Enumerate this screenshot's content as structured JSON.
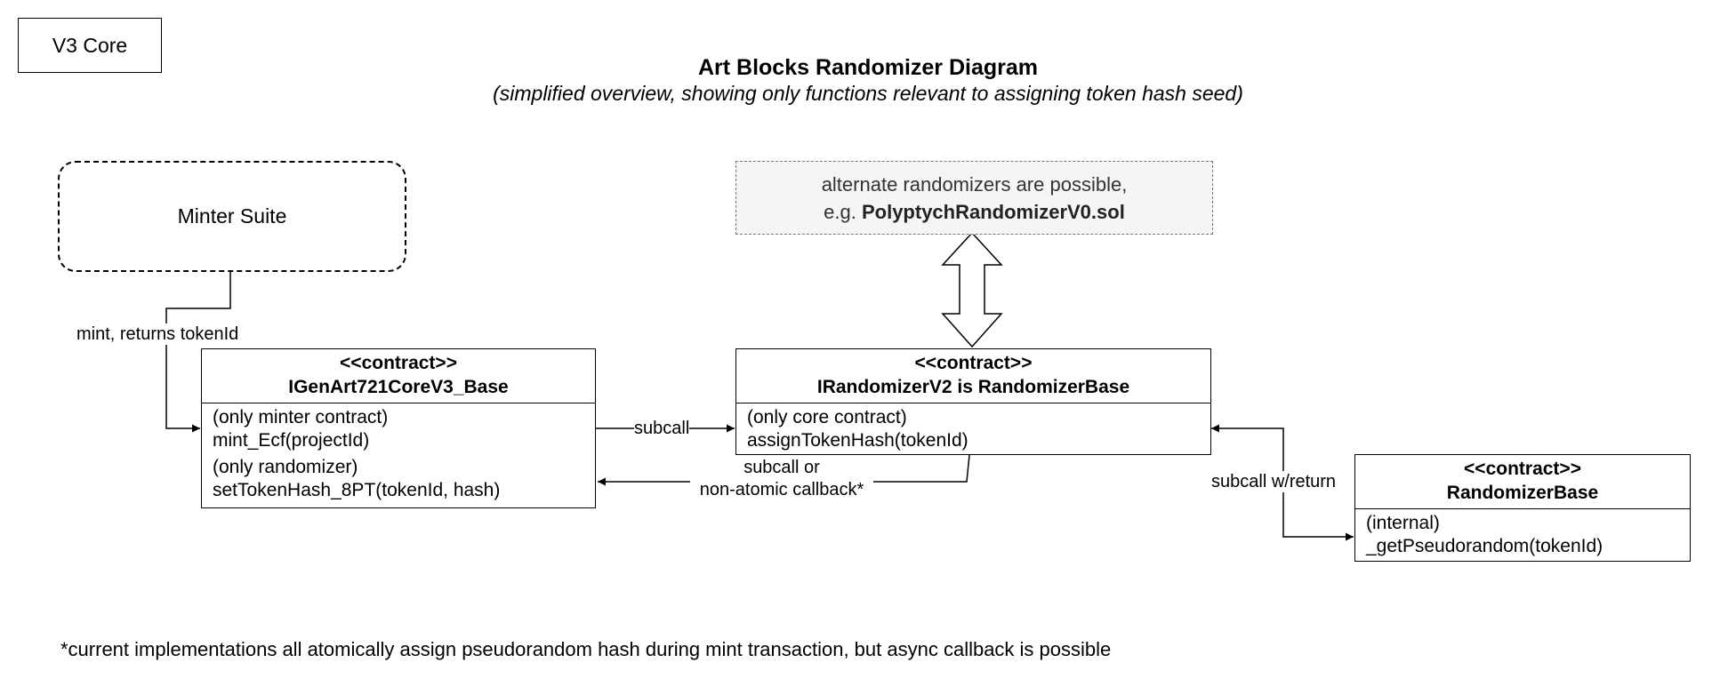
{
  "core_tag": "V3 Core",
  "title": "Art Blocks Randomizer Diagram",
  "subtitle": "(simplified overview, showing only functions relevant to assigning token hash seed)",
  "minter_suite": "Minter Suite",
  "alternate_note": {
    "line1": "alternate randomizers are possible,",
    "line2_prefix": "e.g. ",
    "line2_bold": "PolyptychRandomizerV0.sol"
  },
  "core_contract": {
    "stereotype": "<<contract>>",
    "name": "IGenArt721CoreV3_Base",
    "lines": [
      "(only minter contract)",
      "mint_Ecf(projectId)",
      "(only randomizer)",
      "setTokenHash_8PT(tokenId, hash)"
    ]
  },
  "randomizer_contract": {
    "stereotype": "<<contract>>",
    "name": "IRandomizerV2 is RandomizerBase",
    "lines": [
      "(only core contract)",
      "assignTokenHash(tokenId)"
    ]
  },
  "base_contract": {
    "stereotype": "<<contract>>",
    "name": "RandomizerBase",
    "lines": [
      "(internal)",
      "_getPseudorandom(tokenId)"
    ]
  },
  "edge_labels": {
    "mint": "mint, returns tokenId",
    "subcall": "subcall",
    "callback_line1": "subcall or",
    "callback_line2": "non-atomic callback*",
    "subcall_return": "subcall w/return"
  },
  "footnote": "*current implementations all atomically assign pseudorandom hash during mint transaction, but async callback is possible"
}
